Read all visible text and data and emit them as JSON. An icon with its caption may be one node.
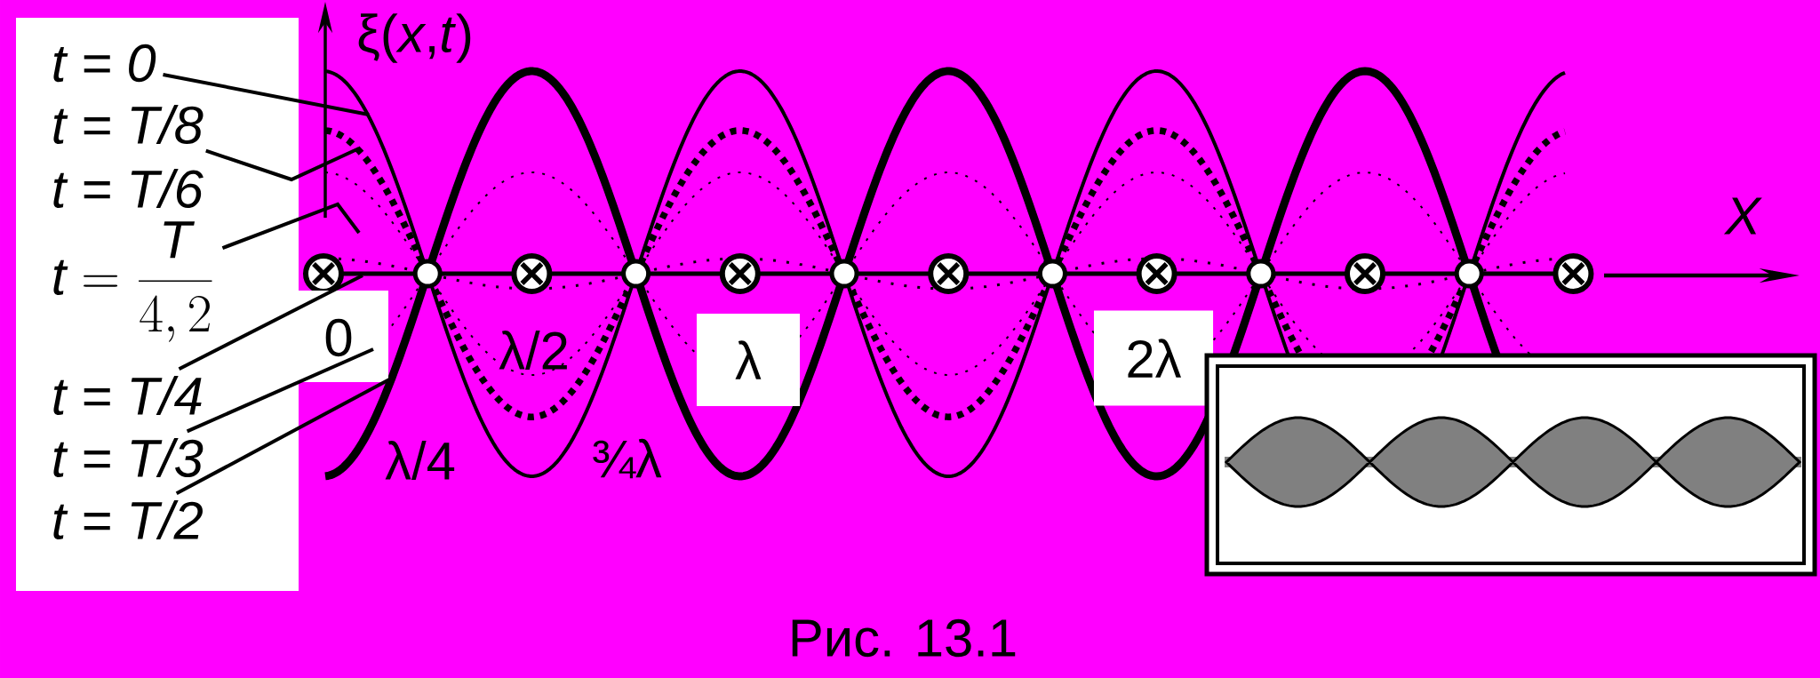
{
  "diagram": {
    "caption": "Рис. 13.1",
    "nodes": [
      {
        "text": [
          "t = 0"
        ]
      },
      {
        "text": [
          "t = T/8"
        ]
      },
      {
        "text": [
          "\\mathit{t} = \\frac{\\mathit{T}}{4,2}"
        ]
      },
      {
        "text": [
          "t = T/4"
        ]
      },
      {
        "text": [
          "t = T/3"
        ]
      },
      {
        "text": [
          "t = T/2"
        ]
      }
    ],
    "edges": [
      {
        "from": 0,
        "to": null,
        "arrow": "none"
      },
      {
        "from": 1,
        "to": null,
        "arrow": "none"
      },
      {
        "from": 2,
        "to": null,
        "arrow": "none"
      },
      {
        "from": 3,
        "to": null,
        "arrow": "none"
      },
      {
        "from": 4,
        "to": null,
        "arrow": "none"
      },
      {
        "from": 5,
        "to": null,
        "arrow": "none"
      }
    ],
    "labels": [
      "ξ(*x*,*t*)",
      "t = T/6",
      "X",
      "0",
      "λ/2",
      "λ",
      "2λ",
      "λ/4",
      "¾λ"
    ]
  }
}
